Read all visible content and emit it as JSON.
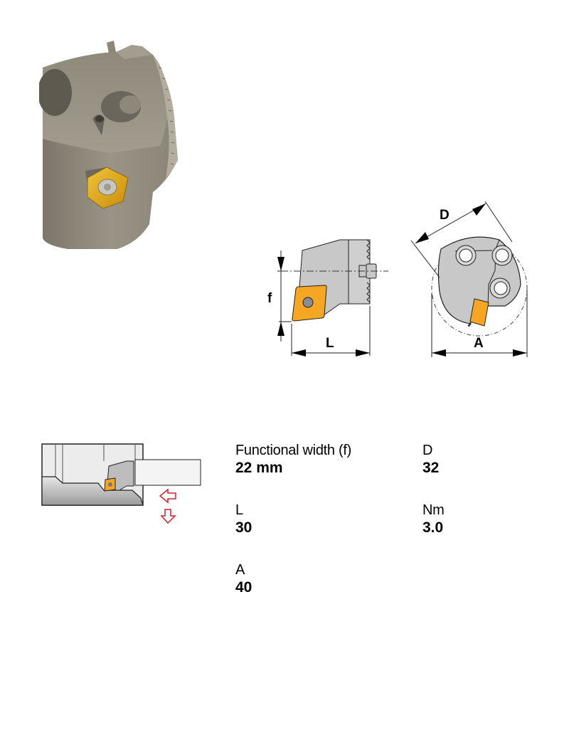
{
  "product_image": {
    "name": "Boring head with square insert",
    "insert_color": "#E0A416",
    "body_color": "#8A8478"
  },
  "dimension_drawing": {
    "side_view": {
      "labels": {
        "f": "f",
        "L": "L"
      }
    },
    "front_view": {
      "labels": {
        "D": "D",
        "A": "A"
      }
    },
    "insert_color": "#F5A623",
    "body_color": "#C8C8C8"
  },
  "application_diagram": {
    "arrow_color": "#D0202A",
    "arrows": [
      "feed-left-arrow",
      "feed-down-arrow"
    ]
  },
  "specs": [
    {
      "label": "Functional width (f)",
      "value": "22 mm"
    },
    {
      "label": "D",
      "value": "32"
    },
    {
      "label": "L",
      "value": "30"
    },
    {
      "label": "Nm",
      "value": "3.0"
    },
    {
      "label": "A",
      "value": "40"
    }
  ]
}
